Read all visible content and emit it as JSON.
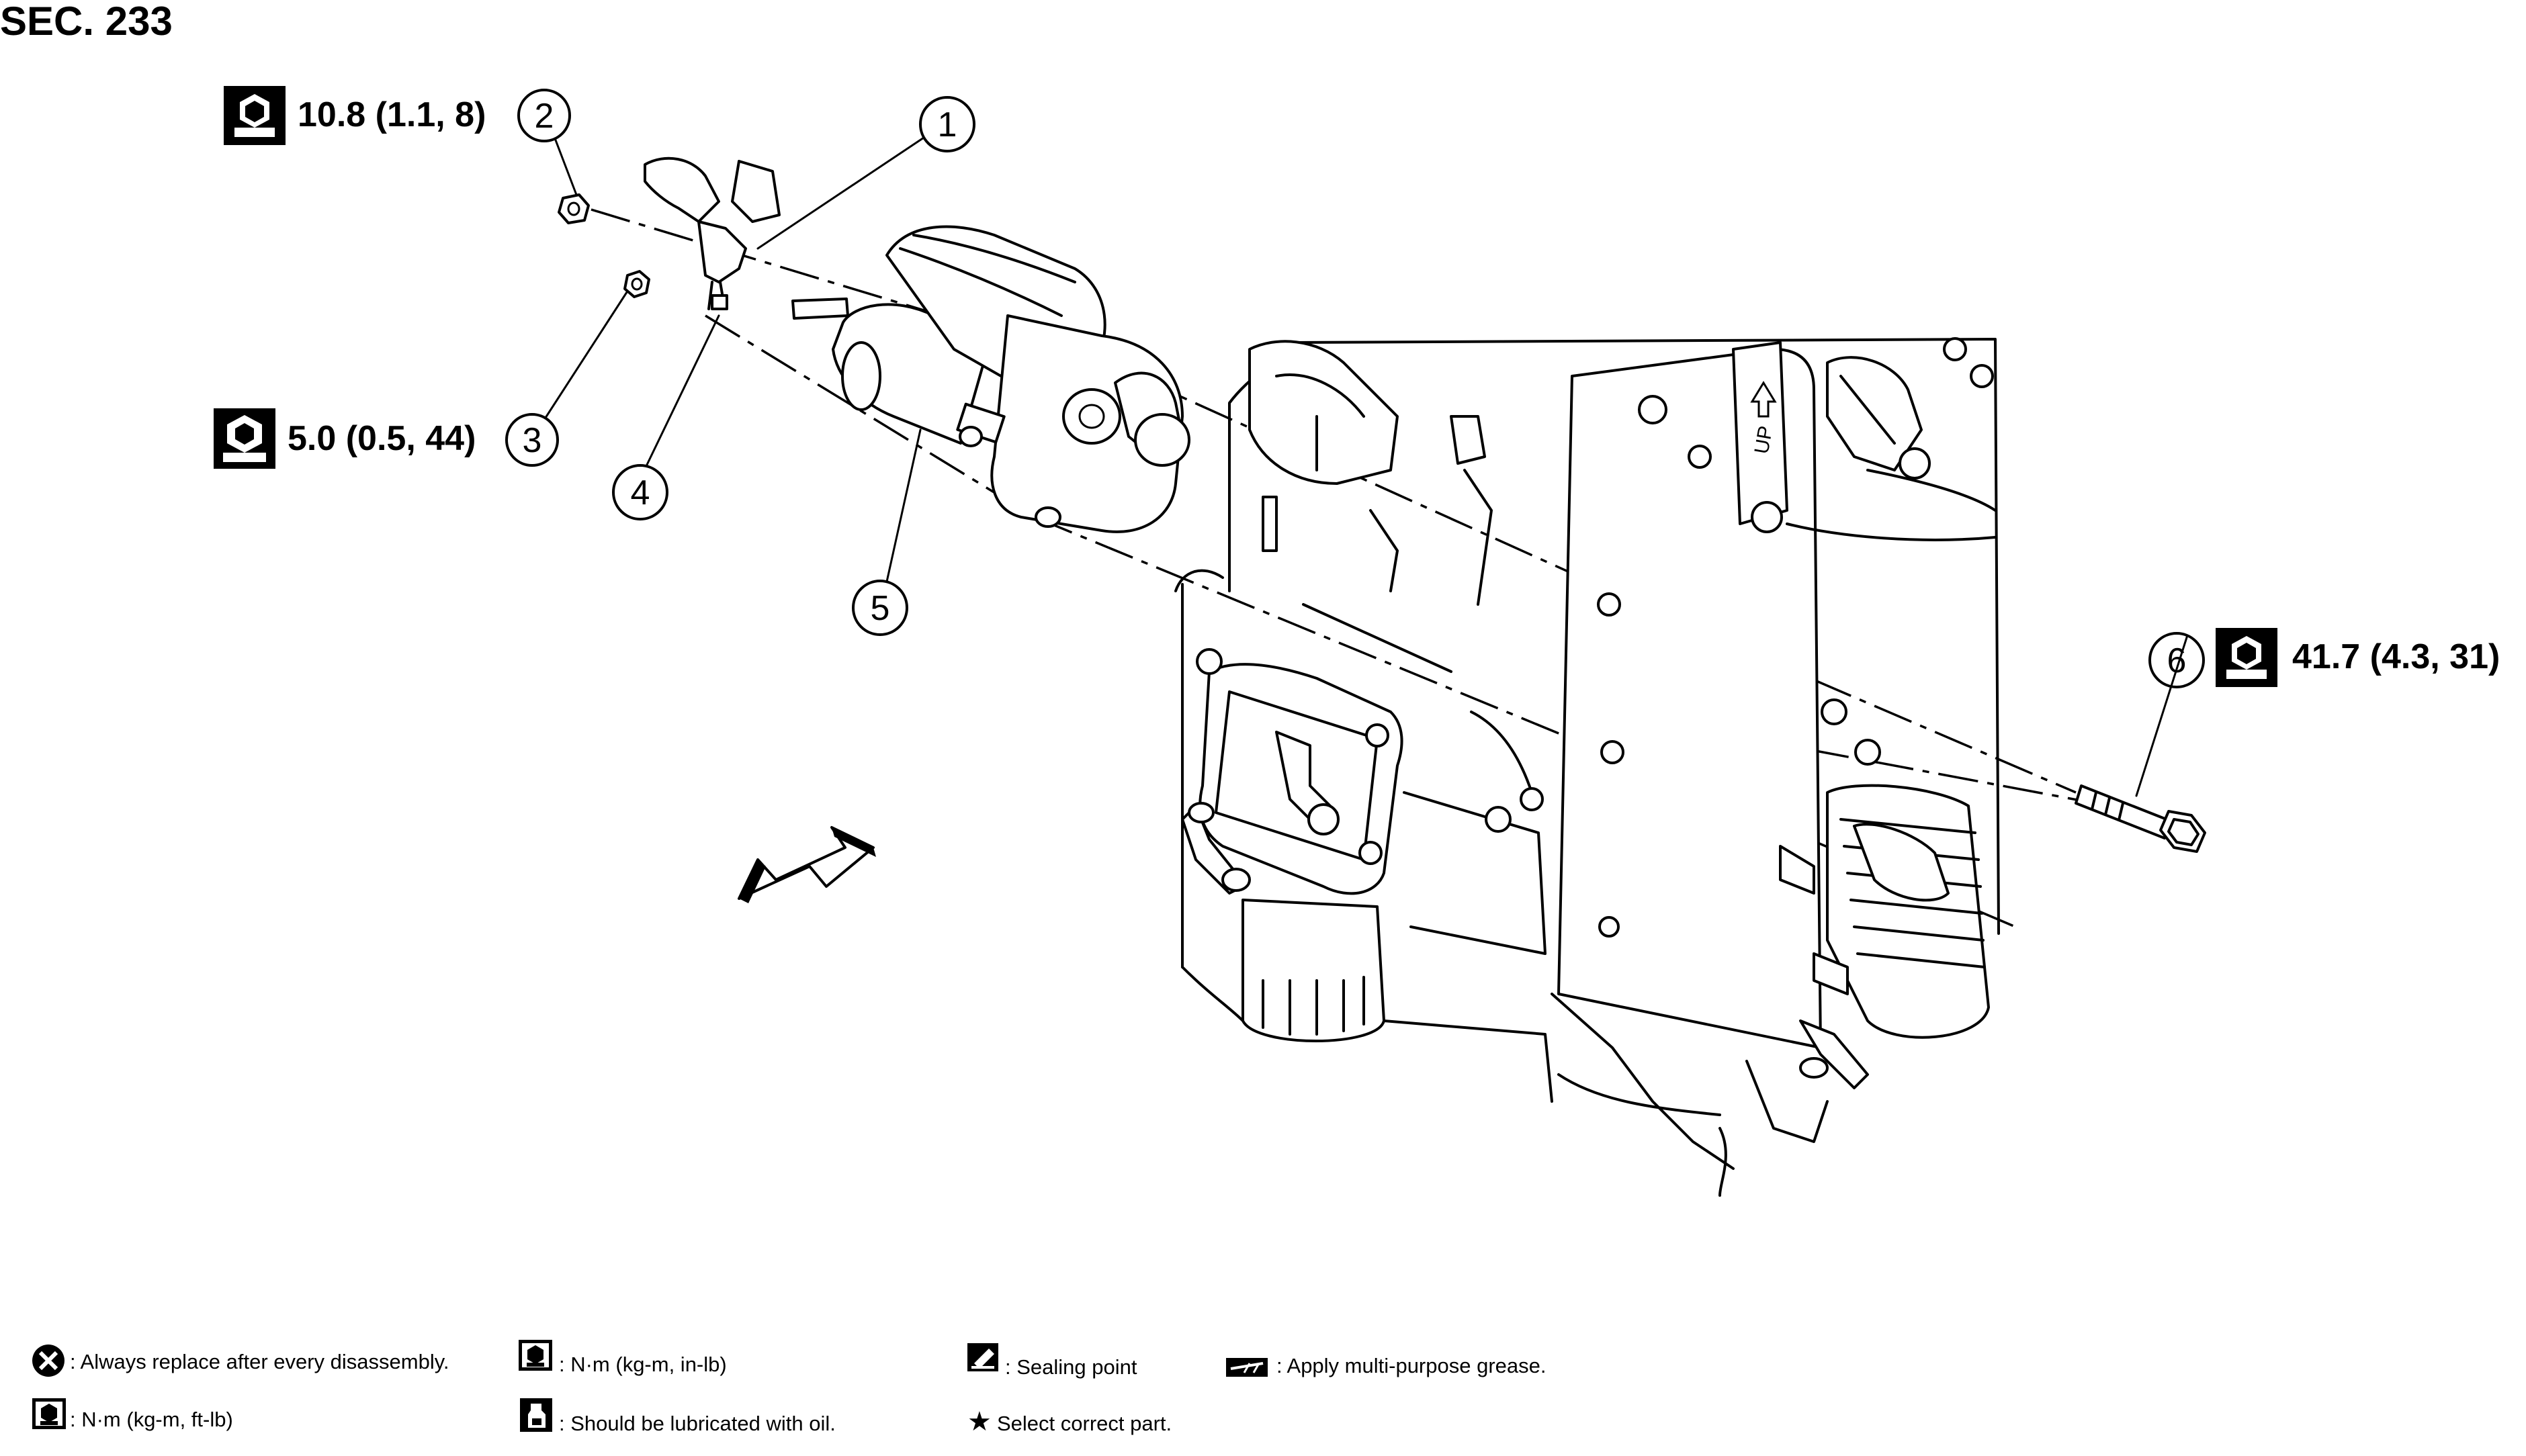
{
  "section_title": "SEC. 233",
  "callouts": [
    {
      "num": "1"
    },
    {
      "num": "2",
      "torque": "10.8 (1.1, 8)",
      "icon": "torque-wrench-icon"
    },
    {
      "num": "3",
      "torque": "5.0 (0.5, 44)",
      "icon": "torque-wrench-icon"
    },
    {
      "num": "4"
    },
    {
      "num": "5"
    },
    {
      "num": "6",
      "torque": "41.7 (4.3, 31)",
      "icon": "torque-wrench-icon"
    }
  ],
  "up_label": "UP",
  "legend": [
    {
      "icon": "always-replace-icon",
      "text": ": Always replace after every disassembly."
    },
    {
      "icon": "torque-nm-kgm-inlb-icon",
      "text": ": N·m (kg-m, in-lb)"
    },
    {
      "icon": "sealing-point-icon",
      "text": ": Sealing point"
    },
    {
      "icon": "multi-purpose-grease-icon",
      "text": ": Apply multi-purpose grease."
    },
    {
      "icon": "torque-nm-kgm-ftlb-icon",
      "text": ": N·m (kg-m, ft-lb)"
    },
    {
      "icon": "oil-lubrication-icon",
      "text": ": Should be lubricated with oil."
    },
    {
      "icon": "star-icon",
      "text": "Select correct part."
    }
  ]
}
